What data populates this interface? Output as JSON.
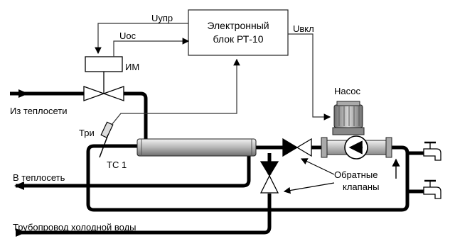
{
  "labels": {
    "u_upr": "Uупр",
    "u_os": "Uос",
    "u_vkl": "Uвкл",
    "im": "ИМ",
    "from_heat_network": "Из теплосети",
    "tri": "Три",
    "tc1": "ТС 1",
    "to_heat_network": "В теплосеть",
    "cold_water_pipe": "Трубопровод холодной воды",
    "pump": "Насос",
    "check_valves_line1": "Обратные",
    "check_valves_line2": "клапаны"
  },
  "controller": {
    "line1": "Электронный",
    "line2": "блок РТ-10"
  },
  "colors": {
    "pipe": "#000000",
    "signal": "#333333",
    "exchanger_gradient_light": "#ececec",
    "exchanger_gradient_dark": "#7a7a7a",
    "pump_body": "#9a9a9a"
  }
}
